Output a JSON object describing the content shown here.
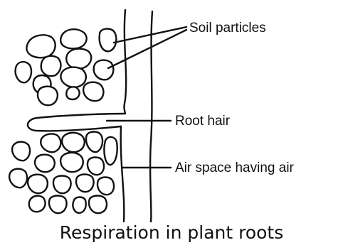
{
  "labels": {
    "soil_particles": "Soil particles",
    "root_hair": "Root hair",
    "air_space": "Air space having air"
  },
  "caption": "Respiration in plant roots",
  "colors": {
    "ink": "#111111",
    "background": "#ffffff"
  }
}
